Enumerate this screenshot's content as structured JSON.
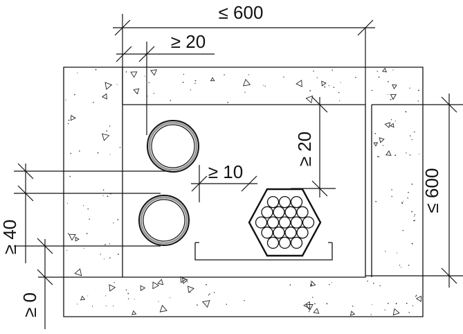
{
  "dimensions": {
    "width_max": "≤ 600",
    "offset_top": "≥ 20",
    "height_max": "≤ 600",
    "offset_right": "≥ 20",
    "pipe_gap": "≥ 10",
    "pipe_spacing": "≥ 40",
    "bottom_offset": "≥ 0"
  },
  "colors": {
    "line": "#111111",
    "pipe_inner": "#9a9a9a"
  }
}
